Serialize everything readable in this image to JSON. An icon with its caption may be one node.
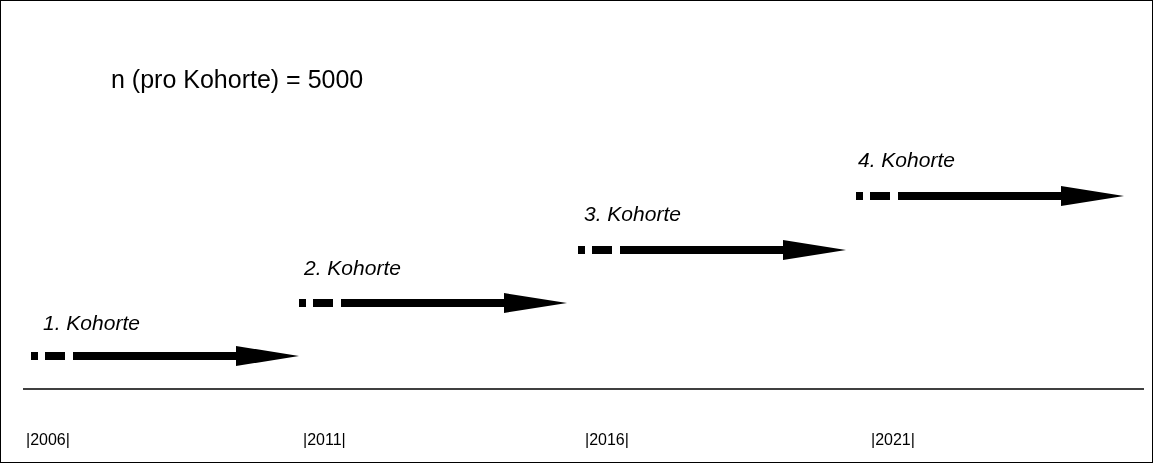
{
  "diagram": {
    "labels": [
      "n (pro Kohorte) = 5000",
      "1. Kohorte",
      "2. Kohorte",
      "3. Kohorte",
      "4. Kohorte",
      "|2006|",
      "|2011|",
      "|2016|",
      "|2021|"
    ]
  }
}
